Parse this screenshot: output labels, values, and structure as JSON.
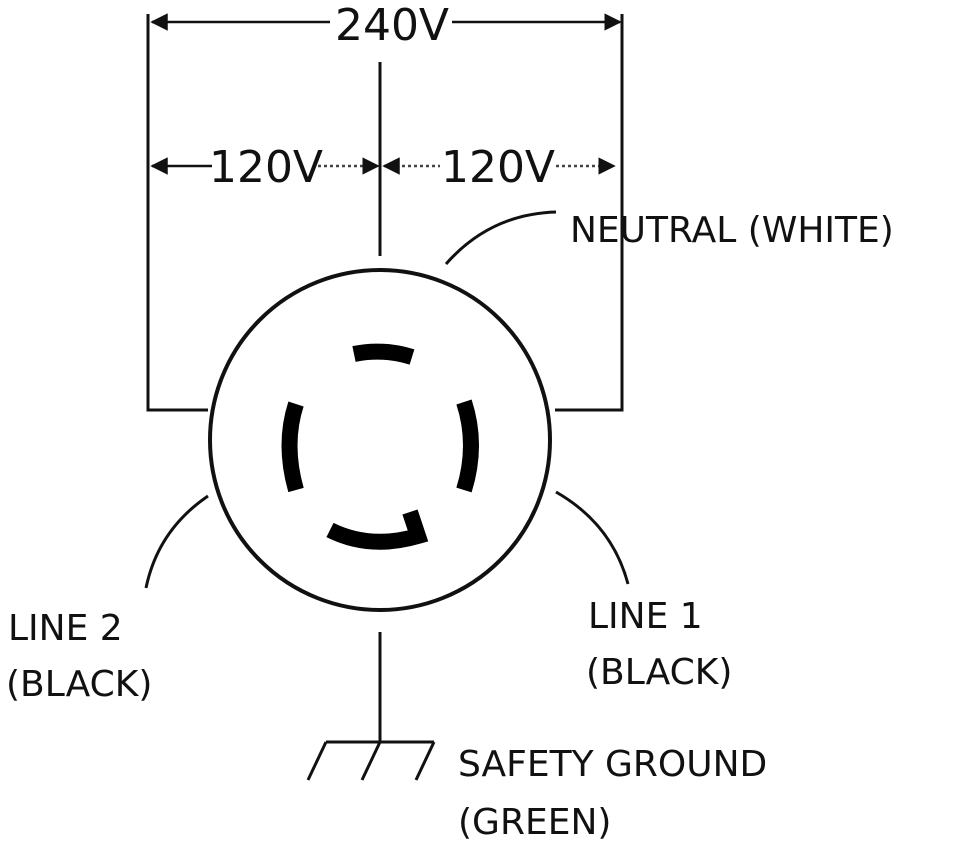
{
  "labels": {
    "total_voltage": "240V",
    "left_voltage": "120V",
    "right_voltage": "120V",
    "neutral": "NEUTRAL (WHITE)",
    "line2_a": "LINE 2",
    "line2_b": "(BLACK)",
    "line1_a": "LINE 1",
    "line1_b": "(BLACK)",
    "ground_a": "SAFETY GROUND",
    "ground_b": "(GREEN)"
  },
  "colors": {
    "ink": "#111111",
    "background": "#ffffff"
  }
}
